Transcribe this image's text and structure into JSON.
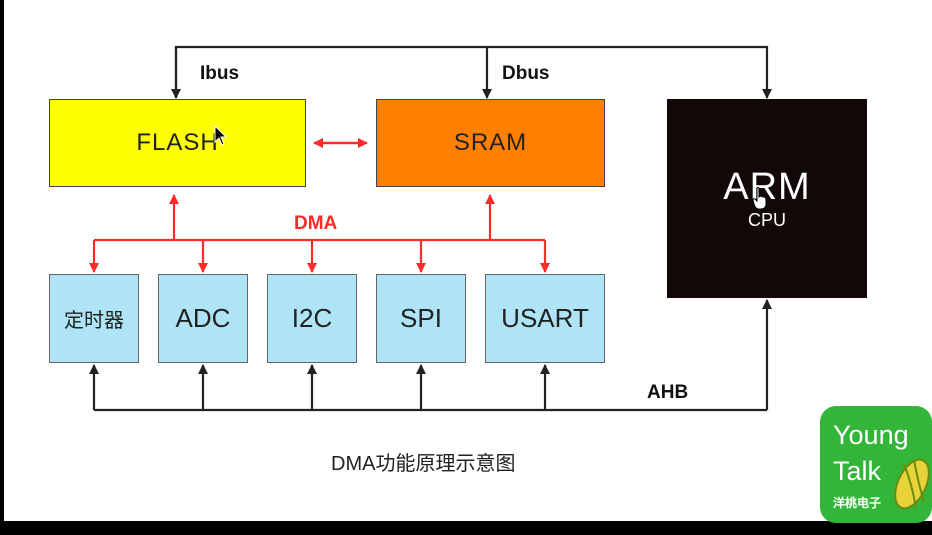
{
  "bus": {
    "ibus": "Ibus",
    "dbus": "Dbus",
    "dma": "DMA",
    "ahb": "AHB"
  },
  "memory": {
    "flash": "FLASH",
    "sram": "SRAM"
  },
  "cpu": {
    "name": "ARM",
    "sub": "CPU"
  },
  "peripherals": [
    "定时器",
    "ADC",
    "I2C",
    "SPI",
    "USART"
  ],
  "caption": "DMA功能原理示意图",
  "logo": {
    "line1": "Young",
    "line2": "Talk",
    "cn": "洋桃电子"
  },
  "colors": {
    "flash": "#ffff00",
    "sram": "#ff8000",
    "cpu": "#120808",
    "peripheral": "#aee4f5",
    "dma_line": "#ff2a2a",
    "bus_line": "#222222",
    "logo": "#33b53a"
  }
}
